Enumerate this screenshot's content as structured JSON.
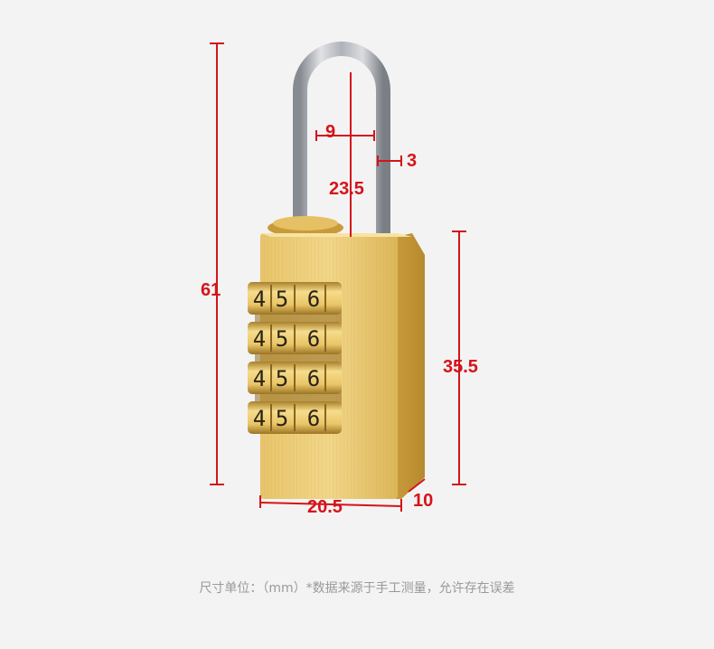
{
  "dimensions": {
    "total_height": "61",
    "shackle_inner_width": "9",
    "shackle_thickness": "3",
    "shackle_clearance": "23.5",
    "body_height": "35.5",
    "body_width": "20.5",
    "body_depth": "10"
  },
  "dials": [
    [
      "4",
      "5",
      "6"
    ],
    [
      "4",
      "5",
      "6"
    ],
    [
      "4",
      "5",
      "6"
    ],
    [
      "4",
      "5",
      "6"
    ]
  ],
  "footer": {
    "note": "尺寸单位：（mm）*数据来源于手工测量，允许存在误差"
  },
  "colors": {
    "background": "#f3f3f3",
    "dimension_red": "#d4141a",
    "brass": "#d9b04d"
  }
}
